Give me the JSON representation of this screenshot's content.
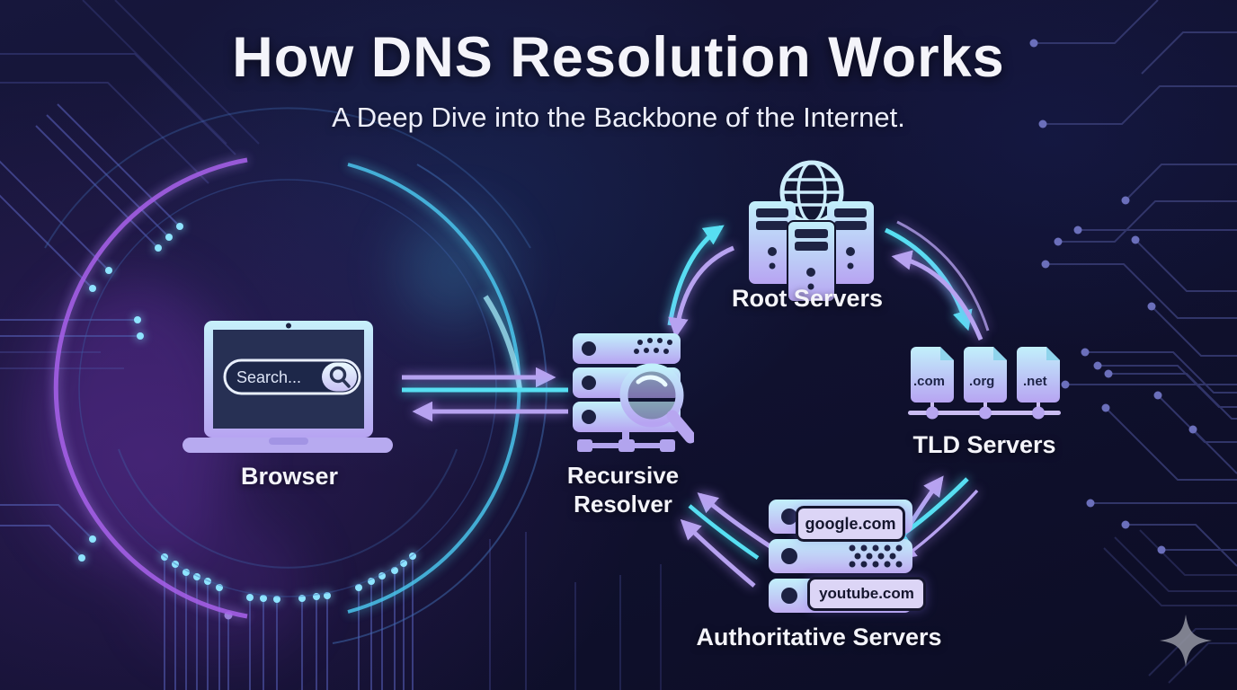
{
  "header": {
    "title": "How DNS Resolution Works",
    "subtitle": "A Deep Dive into the Backbone of the Internet."
  },
  "nodes": {
    "browser": {
      "label": "Browser",
      "search_placeholder": "Search...",
      "icon": "laptop-search-icon"
    },
    "resolver": {
      "label_line1": "Recursive",
      "label_line2": "Resolver",
      "icon": "server-magnifier-icon"
    },
    "root": {
      "label": "Root Servers",
      "icon": "globe-server-towers-icon"
    },
    "tld": {
      "label": "TLD Servers",
      "items": [
        ".com",
        ".org",
        ".net"
      ],
      "icon": "domain-files-icon"
    },
    "authoritative": {
      "label": "Authoritative Servers",
      "domains": [
        "google.com",
        "youtube.com"
      ],
      "icon": "server-rack-icon"
    }
  },
  "edges": [
    {
      "from": "browser",
      "to": "resolver",
      "style": "bidirectional-straight-arrows"
    },
    {
      "from": "resolver",
      "to": "root",
      "style": "bidirectional-curved-arrows"
    },
    {
      "from": "root",
      "to": "tld",
      "style": "bidirectional-curved-arrows"
    },
    {
      "from": "tld",
      "to": "authoritative",
      "style": "bidirectional-curved-arrows"
    },
    {
      "from": "authoritative",
      "to": "resolver",
      "style": "curved-arrows-to-resolver"
    }
  ],
  "colors": {
    "background": "#111231",
    "cyan_accent": "#57dff2",
    "purple_accent": "#b7a2f0",
    "icon_gradient_top": "#c2f0fb",
    "icon_gradient_bottom": "#b7a4f2",
    "badge_bg": "#dcd5f6",
    "dark_detail": "#1c2142",
    "text": "#f4f4fa"
  },
  "watermark": {
    "icon": "sparkle-icon"
  }
}
